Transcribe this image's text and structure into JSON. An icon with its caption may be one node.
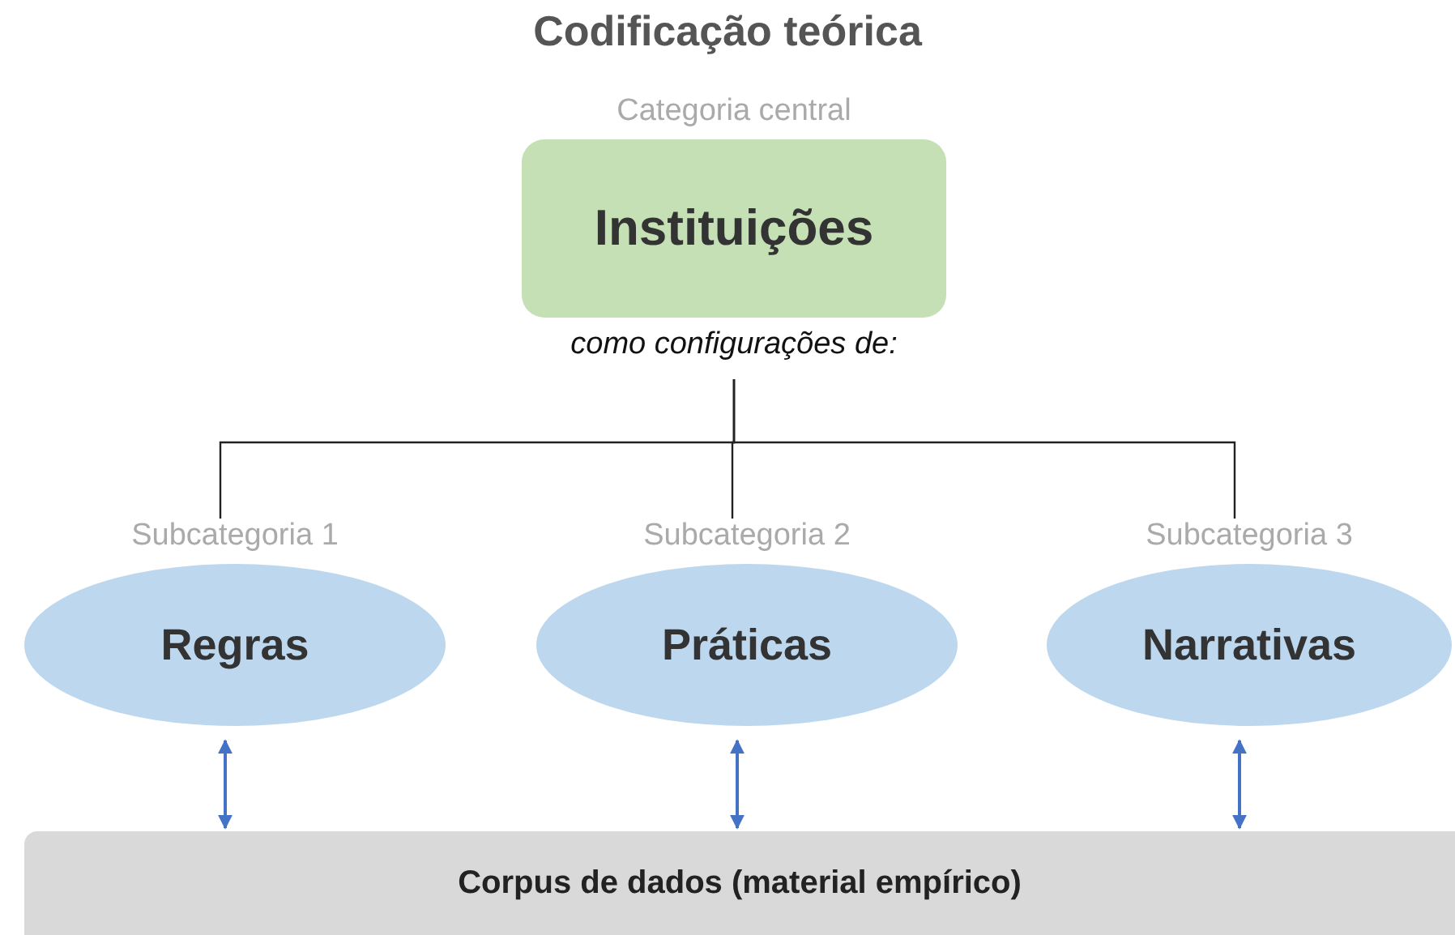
{
  "diagram": {
    "title": "Codificação teórica",
    "nodes": [
      {
        "text": [
          "Categoria central",
          "Instituições"
        ],
        "beside": [
          "como configurações de:"
        ]
      },
      {
        "text": [
          "Subcategoria 1",
          "Regras"
        ]
      },
      {
        "text": [
          "Subcategoria 2",
          "Práticas"
        ]
      },
      {
        "text": [
          "Subcategoria 3",
          "Narrativas"
        ]
      },
      {
        "text": [
          "Corpus de dados (material empírico)"
        ]
      }
    ],
    "edges": [
      {
        "from": 0,
        "to": 1,
        "arrow": "none"
      },
      {
        "from": 0,
        "to": 2,
        "arrow": "none"
      },
      {
        "from": 0,
        "to": 3,
        "arrow": "none"
      },
      {
        "from": 1,
        "to": 4,
        "arrow": "both",
        "color": "#4472c4"
      },
      {
        "from": 2,
        "to": 4,
        "arrow": "both",
        "color": "#4472c4"
      },
      {
        "from": 3,
        "to": 4,
        "arrow": "both",
        "color": "#4472c4"
      }
    ]
  }
}
